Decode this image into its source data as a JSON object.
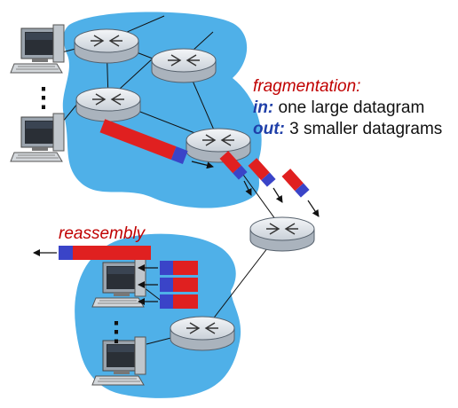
{
  "labels": {
    "fragmentation": "fragmentation:",
    "in_key": "in:",
    "in_text": " one large datagram",
    "out_key": "out:",
    "out_text": " 3 smaller datagrams",
    "reassembly": "reassembly"
  },
  "ellipsis": "⋮",
  "colors": {
    "cloud_fill": "#4fb0e8",
    "router_fill": "#dfe4ea",
    "router_stroke": "#55606c",
    "datagram_red": "#e02020",
    "datagram_blue": "#3a44c8",
    "label_red": "#c00000",
    "label_blue": "#1f3fa8"
  },
  "icons": [
    "router-icon",
    "computer-icon",
    "datagram-icon",
    "arrow-icon"
  ]
}
